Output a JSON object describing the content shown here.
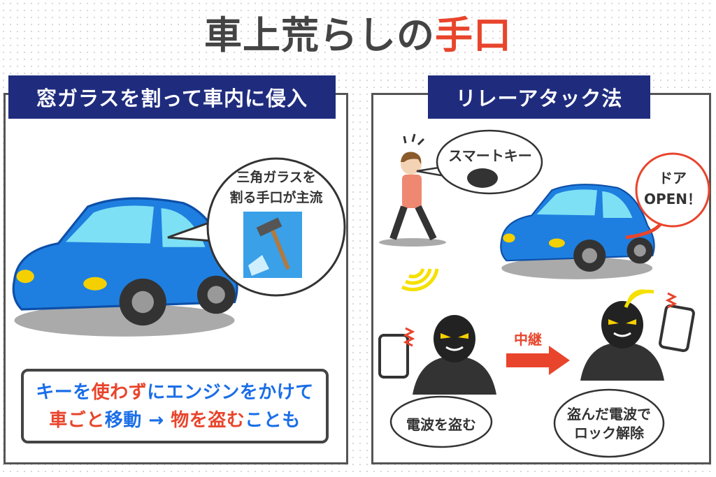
{
  "title": {
    "part1": "車上荒らしの",
    "part2": "手口"
  },
  "left_panel": {
    "header": "窓ガラスを割って車内に侵入",
    "bubble": [
      "三角ガラスを",
      "割る手口が主流"
    ],
    "note": {
      "line1": [
        {
          "t": "キーを",
          "c": "b"
        },
        {
          "t": "使わず",
          "c": "r"
        },
        {
          "t": "にエンジンをかけて",
          "c": "b"
        }
      ],
      "line2": [
        {
          "t": "車ごと",
          "c": "r"
        },
        {
          "t": "移動 → ",
          "c": "b"
        },
        {
          "t": "物を盗む",
          "c": "r"
        },
        {
          "t": "ことも",
          "c": "b"
        }
      ]
    }
  },
  "right_panel": {
    "header": "リレーアタック法",
    "key_bubble": "スマートキー",
    "door_bubble": [
      "ドア",
      "OPEN！"
    ],
    "relay_label": "中継",
    "thief1_bubble": "電波を盗む",
    "thief2_bubble": [
      "盗んだ電波で",
      "ロック解除"
    ]
  },
  "colors": {
    "navy": "#1f2c7e",
    "red": "#e8452c",
    "blue": "#1a6ee8",
    "car": "#1e7fe0"
  }
}
